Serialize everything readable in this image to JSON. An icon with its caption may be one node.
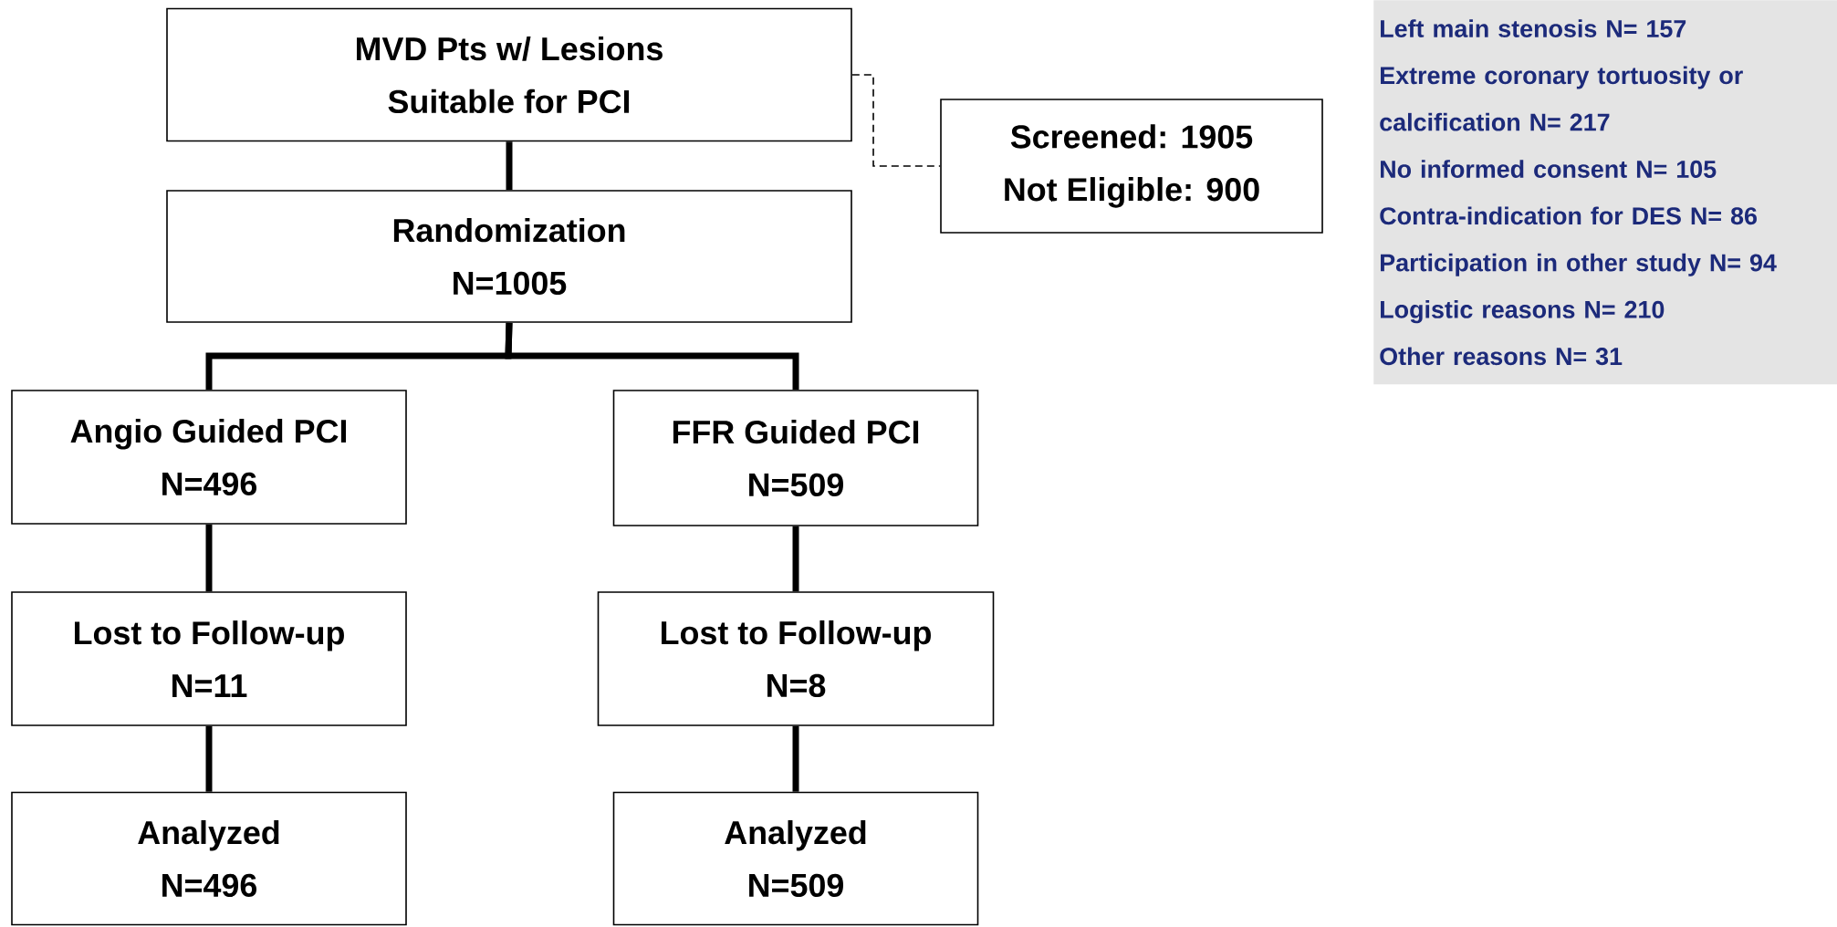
{
  "diagram": {
    "nodes": [
      {
        "text": [
          "MVD Pts w/ Lesions",
          "Suitable for PCI"
        ]
      },
      {
        "text": [
          "Screened: 1905",
          "Not Eligible: 900"
        ]
      },
      {
        "text": [
          "Randomization",
          "N=1005"
        ]
      },
      {
        "text": [
          "Angio Guided PCI",
          "N=496"
        ]
      },
      {
        "text": [
          "FFR Guided PCI",
          "N=509"
        ]
      },
      {
        "text": [
          "Lost to Follow-up",
          "N=11"
        ]
      },
      {
        "text": [
          "Lost to Follow-up",
          "N=8"
        ]
      },
      {
        "text": [
          "Analyzed",
          "N=496"
        ]
      },
      {
        "text": [
          "Analyzed",
          "N=509"
        ]
      },
      {
        "text": [
          "Left main stenosis  N= 157",
          "Extreme coronary tortuosity or calcification  N= 217",
          "No informed consent  N= 105",
          "Contra-indication for DES  N= 86",
          "Participation in other study  N= 94",
          "Logistic reasons  N= 210",
          "Other reasons N= 31"
        ]
      }
    ],
    "edges": [
      {
        "from": 0,
        "to": 1,
        "arrow": "none",
        "style": "dashed"
      },
      {
        "from": 0,
        "to": 2,
        "arrow": "none"
      },
      {
        "from": 2,
        "to": 3,
        "arrow": "none"
      },
      {
        "from": 2,
        "to": 4,
        "arrow": "none"
      },
      {
        "from": 3,
        "to": 5,
        "arrow": "none"
      },
      {
        "from": 5,
        "to": 7,
        "arrow": "none"
      },
      {
        "from": 4,
        "to": 6,
        "arrow": "none"
      },
      {
        "from": 6,
        "to": 8,
        "arrow": "none"
      }
    ]
  }
}
